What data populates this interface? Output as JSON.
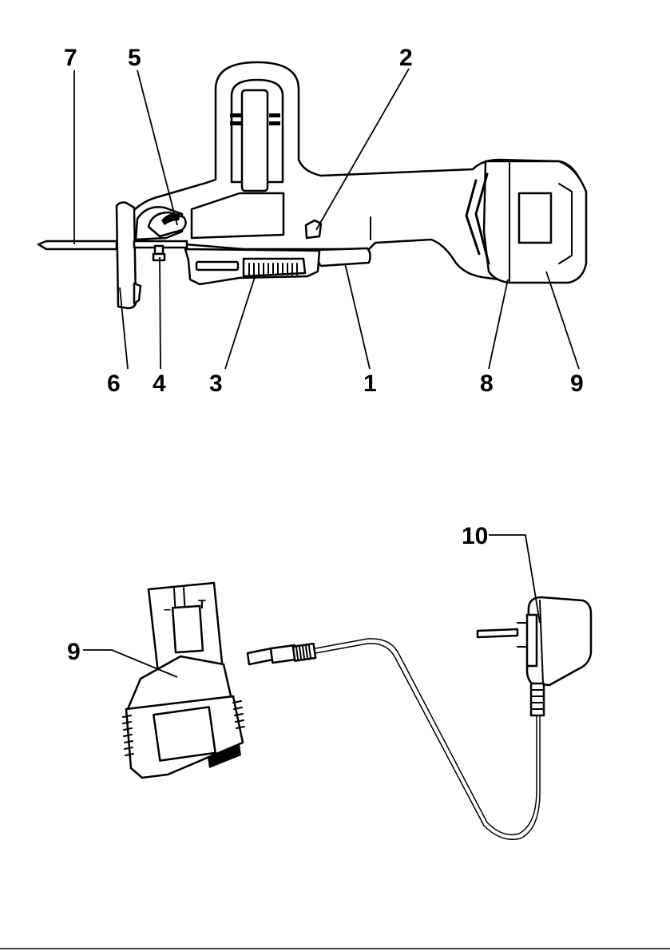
{
  "figure": {
    "callouts": {
      "c1": "1",
      "c2": "2",
      "c3": "3",
      "c4": "4",
      "c5": "5",
      "c6": "6",
      "c7": "7",
      "c8": "8",
      "c9_top": "9",
      "c9_bottom": "9",
      "c10": "10"
    },
    "battery_marks": {
      "minus": "–",
      "t": "T"
    }
  }
}
